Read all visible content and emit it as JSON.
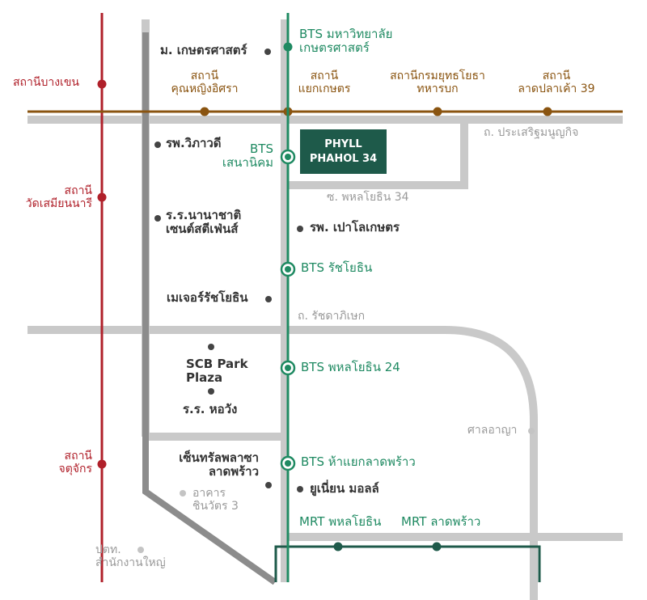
{
  "project": {
    "line1": "PHYLL",
    "line2": "PHAHOL 34"
  },
  "roads": {
    "prasert": "ถ. ประเสริฐมนูญกิจ",
    "soi34": "ซ. พหลโยธิน 34",
    "ratchada": "ถ. รัชดาภิเษก"
  },
  "green_line": {
    "station1_line1": "BTS มหาวิทยาลัย",
    "station1_line2": "เกษตรศาสตร์",
    "station2_line1": "BTS",
    "station2_line2": "เสนานิคม",
    "station3": "BTS รัชโยธิน",
    "station4": "BTS พหลโยธิน 24",
    "station5": "BTS ห้าแยกลาดพร้าว"
  },
  "mrt": {
    "phahon": "MRT พหลโยธิน",
    "ladphrao": "MRT ลาดพร้าว"
  },
  "red_line": {
    "bangkhen": "สถานีบางเขน",
    "watsamian_line1": "สถานี",
    "watsamian_line2": "วัดเสมียนนารี",
    "chatuchak_line1": "สถานี",
    "chatuchak_line2": "จตุจักร"
  },
  "brown_line": {
    "kunying_line1": "สถานี",
    "kunying_line2": "คุณหญิงอิศรา",
    "yaek_line1": "สถานี",
    "yaek_line2": "แยกเกษตร",
    "army_line1": "สถานีกรมยุทธโยธา",
    "army_line2": "ทหารบก",
    "ladpla_line1": "สถานี",
    "ladpla_line2": "ลาดปลาเค้า 39"
  },
  "landmarks": {
    "ku": "ม. เกษตรศาสตร์",
    "vibhavadi": "รพ.วิภาวดี",
    "school_line1": "ร.ร.นานาชาติ",
    "school_line2": "เซนต์สตีเฟ่นส์",
    "paolo": "รพ. เปาโลเกษตร",
    "major": "เมเจอร์รัชโยธิน",
    "scb_line1": "SCB Park",
    "scb_line2": "Plaza",
    "horwang": "ร.ร. หอวัง",
    "central_line1": "เซ็นทรัลพลาซา",
    "central_line2": "ลาดพร้าว",
    "union": "ยูเนี่ยน มอลล์",
    "chinnawat_line1": "อาคาร",
    "chinnawat_line2": "ชินวัตร 3",
    "court": "ศาลอาญา",
    "ptt_line1": "ปตท.",
    "ptt_line2": "สำนักงานใหญ่"
  },
  "colors": {
    "red_line": "#b0202a",
    "green_line": "#1f8a62",
    "brown_line": "#8a5410",
    "mrt_line": "#1e5a4a",
    "road": "#c9c9c9",
    "expressway": "#8c8c8c",
    "project_box": "#1e5a4a"
  }
}
